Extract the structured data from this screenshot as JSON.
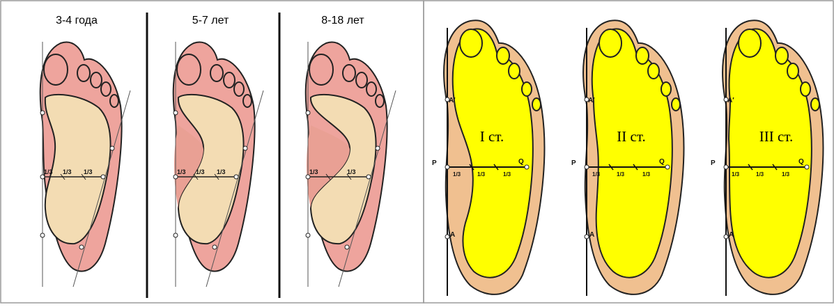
{
  "left_panel": {
    "ages": [
      "3-4 года",
      "5-7 лет",
      "8-18 лет"
    ],
    "third_label": "1/3"
  },
  "right_panel": {
    "degrees": [
      "I ст.",
      "II ст.",
      "III ст."
    ],
    "point_a": "A",
    "point_a_prime": "A′",
    "point_p": "P",
    "point_q": "Q",
    "third_label": "1/3"
  },
  "colors": {
    "foot_outer": "#eea49d",
    "foot_inner": "#f3dcb3",
    "arch_fill": "#e9a094",
    "yellow_fill": "#ffff00",
    "tan_fill": "#f0c090",
    "outline": "#222222",
    "frame": "#9a9a9a"
  }
}
